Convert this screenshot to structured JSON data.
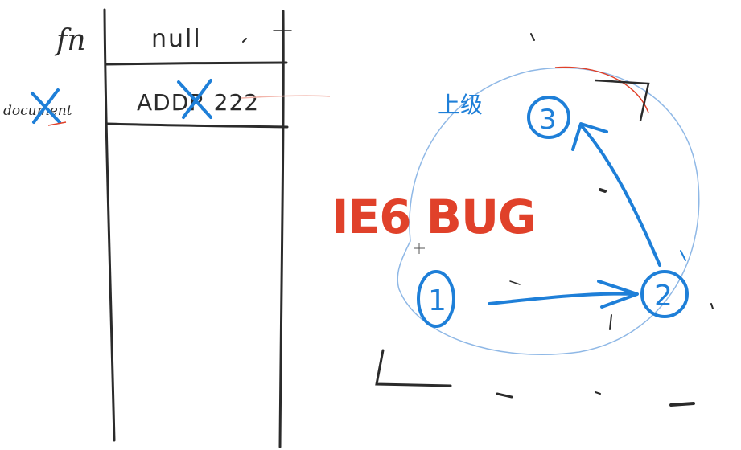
{
  "memory_table": {
    "row1": {
      "key": "fn",
      "value": "null"
    },
    "row2": {
      "key": "document",
      "value": "ADDR 222"
    }
  },
  "top_label": "上级",
  "bug_label": "IE6 BUG",
  "nodes": {
    "node1": "1",
    "node2": "2",
    "node3": "3"
  },
  "colors": {
    "ink": "#2b2b2b",
    "blue": "#1e7fd8",
    "red": "#e0412a",
    "light_blue": "#8fb8e6"
  },
  "icons": [
    "crosshair-cursor-icon"
  ]
}
